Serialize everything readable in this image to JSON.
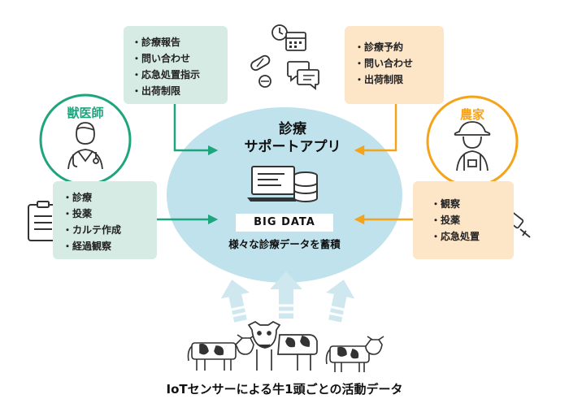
{
  "app": {
    "title_line1": "診療",
    "title_line2": "サポートアプリ",
    "bigdata_label": "BIG DATA",
    "accumulate_label": "様々な診療データを蓄積"
  },
  "veterinarian": {
    "label": "獣医師",
    "outgoing": [
      "診療報告",
      "問い合わせ",
      "応急処置指示",
      "出荷制限"
    ],
    "incoming": [
      "診療",
      "投薬",
      "カルテ作成",
      "経過観察"
    ]
  },
  "farmer": {
    "label": "農家",
    "outgoing": [
      "診療予約",
      "問い合わせ",
      "出荷制限"
    ],
    "incoming": [
      "観察",
      "投薬",
      "応急処置"
    ]
  },
  "caption": "IoTセンサーによる牛1頭ごとの活動データ",
  "colors": {
    "vet_green": "#1fa57e",
    "farmer_orange": "#f5a31a",
    "ellipse_blue": "#bfe2ec",
    "box_green": "#d6ebe3",
    "box_orange": "#fde5c8",
    "upload_arrow": "#cfe8ef"
  },
  "icons": [
    "doctor-icon",
    "farmer-icon",
    "clipboard-icon",
    "syringe-icon",
    "clock-icon",
    "calendar-icon",
    "pills-icon",
    "chat-icon",
    "laptop-icon",
    "database-icon",
    "cow-icon"
  ]
}
